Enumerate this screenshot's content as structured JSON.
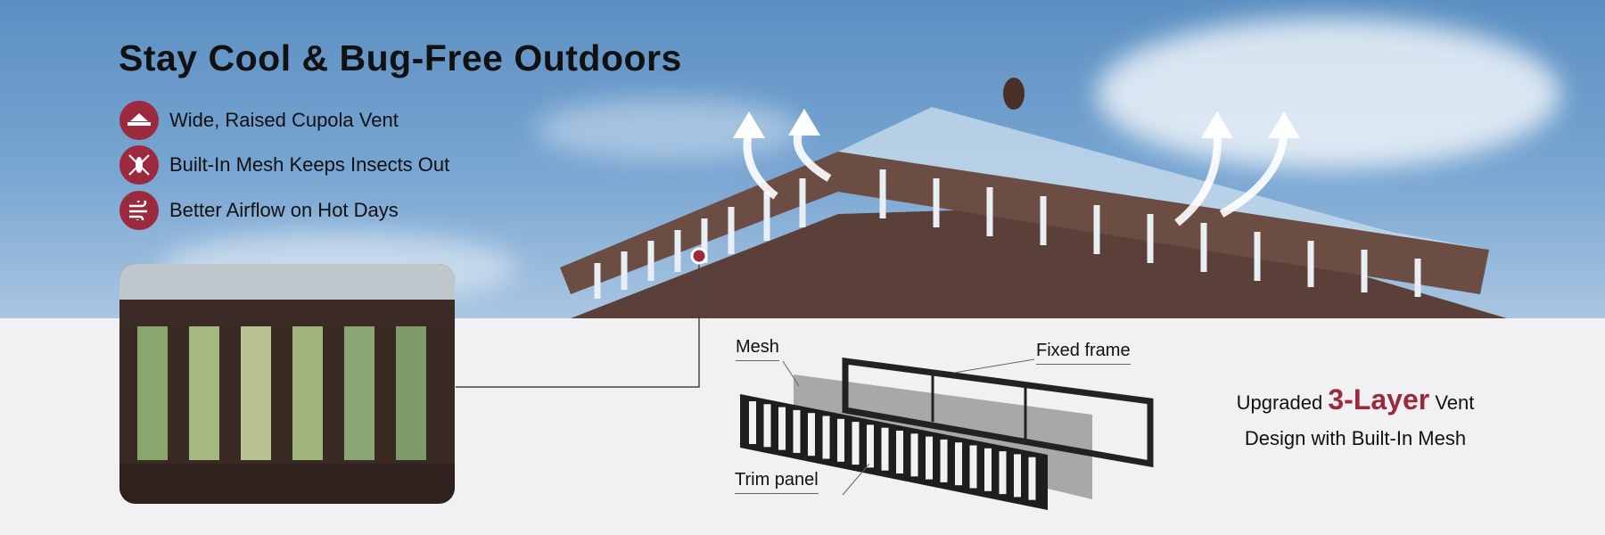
{
  "title": "Stay Cool & Bug-Free Outdoors",
  "features": [
    {
      "icon": "cupola-icon",
      "label": "Wide, Raised Cupola Vent"
    },
    {
      "icon": "mosquito-icon",
      "label": "Built-In Mesh Keeps Insects Out"
    },
    {
      "icon": "airflow-icon",
      "label": "Better Airflow on Hot Days"
    }
  ],
  "diagram": {
    "mesh_label": "Mesh",
    "frame_label": "Fixed frame",
    "trim_label": "Trim panel"
  },
  "tagline": {
    "prefix": "Upgraded",
    "highlight": "3-Layer",
    "suffix": "Vent",
    "line2": "Design with Built-In Mesh"
  },
  "colors": {
    "accent": "#9c2a3e",
    "background": "#f1f1f3",
    "sky": "#6f9fcf"
  }
}
